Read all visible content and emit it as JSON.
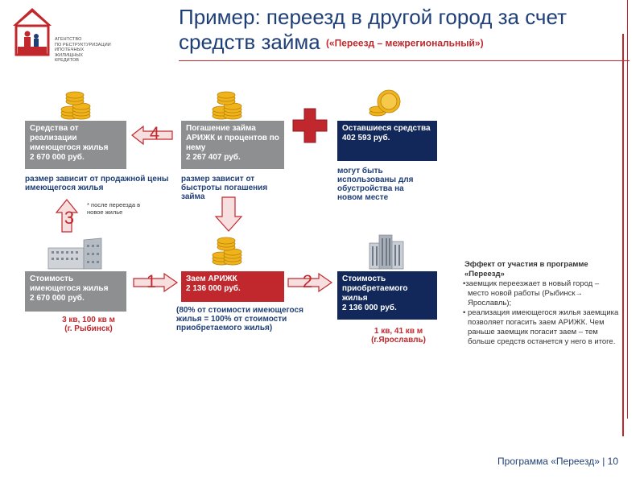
{
  "logo": {
    "lines": [
      "АГЕНТСТВО",
      "ПО РЕСТРУКТУРИЗАЦИИ",
      "ИПОТЕЧНЫХ ЖИЛИЩНЫХ",
      "КРЕДИТОВ"
    ]
  },
  "title": {
    "main": "Пример: переезд в другой город за счет средств займа",
    "subtitle": "(«Переезд – межрегиональный»)"
  },
  "boxes": {
    "sale_funds": "Средства от реализации имеющегося жилья\n2 670 000 руб.",
    "repayment": "Погашение займа АРИЖК и процентов по нему\n2 267 407 руб.",
    "remaining": "Оставшиеся средства\n402 593 руб.",
    "current_cost": "Стоимость имеющегося жилья\n2  670 000 руб.",
    "loan": "Заем АРИЖК\n2 136 000 руб.",
    "new_cost": "Стоимость приобретаемого жилья\n2 136 000 руб."
  },
  "notes": {
    "sale_depends": "размер зависит от продажной цены имеющегося жилья",
    "repay_depends": "размер зависит от быстроты погашения займа",
    "remaining_use": "могут быть использованы для обустройства на новом месте",
    "after_move": "* после переезда в новое жилье",
    "old_flat": "3 кв, 100 кв м\n(г. Рыбинск)",
    "loan_share": "(80% от стоимости имеющегося жилья = 100% от стоимости приобретаемого жилья)",
    "new_flat": "1  кв, 41 кв м\n(г.Ярославль)"
  },
  "steps": {
    "s1": "1",
    "s2": "2",
    "s3": "3",
    "s4": "4"
  },
  "effect": {
    "heading": "Эффект от участия в программе «Переезд»",
    "items": [
      "заемщик переезжает в новый город – место новой работы (Рыбинск→ Ярославль);",
      " реализация имеющегося жилья заемщика позволяет погасить заем АРИЖК. Чем раньше заемщик погасит заем – тем больше средств останется у него в итоге."
    ]
  },
  "footer": {
    "text": "Программа «Переезд» | 10"
  },
  "colors": {
    "accent": "#c0282d",
    "navy": "#12285a",
    "gray": "#8e8f91",
    "title": "#1f3f77"
  }
}
